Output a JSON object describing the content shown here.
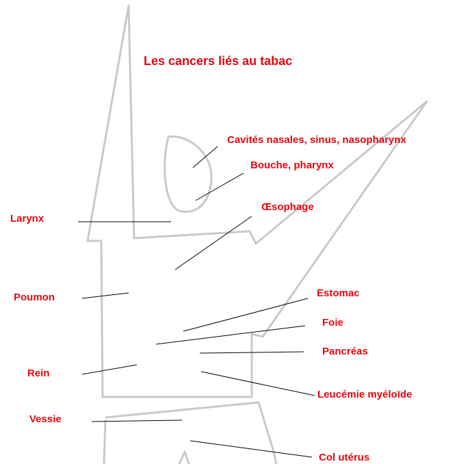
{
  "diagram": {
    "title": "Les cancers liés au tabac",
    "label_color": "#e8060d",
    "outline_color": "#c9c9c9",
    "labels": {
      "nasal": "Cavités nasales, sinus, nasopharynx",
      "mouth": "Bouche, pharynx",
      "esophagus": "Œsophage",
      "larynx": "Larynx",
      "lung": "Poumon",
      "stomach": "Estomac",
      "liver": "Foie",
      "pancreas": "Pancréas",
      "kidney": "Rein",
      "leukemia": "Leucémie myéloïde",
      "bladder": "Vessie",
      "cervix": "Col utérus"
    }
  }
}
